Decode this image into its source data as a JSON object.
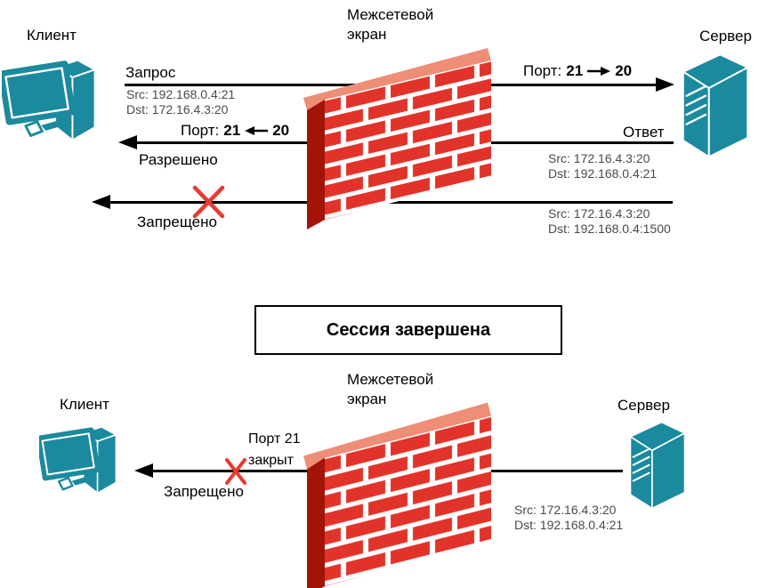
{
  "colors": {
    "device_teal": "#1b8a9e",
    "brick_red": "#e2332a",
    "brick_side_dark": "#a31408",
    "brick_top_salmon": "#ee8e76",
    "denied_cross_red": "#e53c30",
    "line_black": "#000000",
    "address_text_gray": "#4a4a4a"
  },
  "top": {
    "client_label": "Клиент",
    "firewall_label_line1": "Межсетевой",
    "firewall_label_line2": "экран",
    "server_label": "Сервер",
    "request_label": "Запрос",
    "request_src": "Src: 192.168.0.4:21",
    "request_dst": "Dst: 172.16.4.3:20",
    "port_out_prefix": "Порт:",
    "port_out_from": "21",
    "port_out_to": "20",
    "port_back_prefix": "Порт:",
    "port_back_from": "21",
    "port_back_to": "20",
    "allowed_label": "Разрешено",
    "response_label": "Ответ",
    "response_src": "Src: 172.16.4.3:20",
    "response_dst": "Dst: 192.168.0.4:21",
    "blocked_src": "Src: 172.16.4.3:20",
    "blocked_dst": "Dst: 192.168.0.4:1500",
    "denied_label": "Запрещено"
  },
  "banner": {
    "text": "Сессия завершена"
  },
  "bottom": {
    "client_label": "Клиент",
    "firewall_label_line1": "Межсетевой",
    "firewall_label_line2": "экран",
    "server_label": "Сервер",
    "port_closed_line1": "Порт 21",
    "port_closed_line2": "закрыт",
    "denied_label": "Запрещено",
    "response_src": "Src: 172.16.4.3:20",
    "response_dst": "Dst: 192.168.0.4:21"
  }
}
